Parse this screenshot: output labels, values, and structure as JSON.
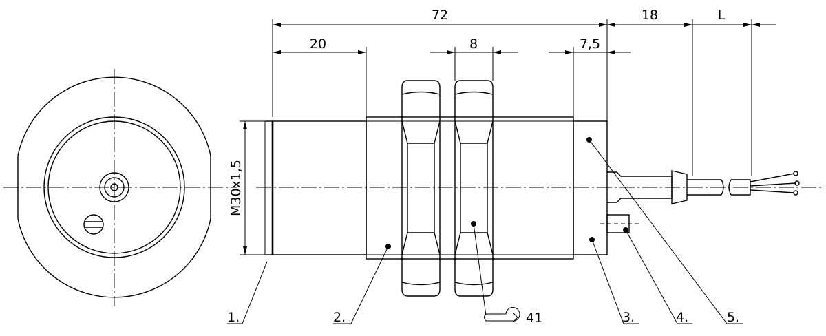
{
  "dimensions": {
    "overall_length": "72",
    "cable_exit": "18",
    "cable_length": "L",
    "thread_start": "20",
    "nut_width": "8",
    "rear_section": "7,5",
    "thread_size": "M30x1,5"
  },
  "callouts": {
    "item1": "1.",
    "item2": "2.",
    "item3": "3.",
    "item4": "4.",
    "item5": "5."
  },
  "wrench": {
    "size": "41"
  }
}
